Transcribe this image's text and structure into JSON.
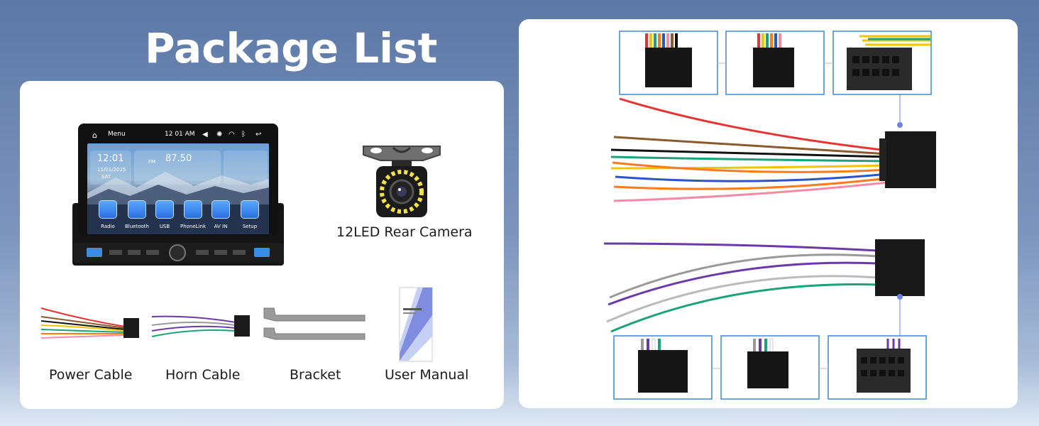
{
  "title": "Package List",
  "head_unit": {
    "status_menu": "Menu",
    "status_time": "12 01  AM",
    "clock": "12:01",
    "date": "11/01/2025",
    "day": "SAT",
    "fm_band": "FM",
    "frequency": "87.50",
    "apps": [
      "Radio",
      "Bluetooth",
      "USB",
      "PhoneLink",
      "AV IN",
      "Setup"
    ]
  },
  "items": {
    "camera": "12LED Rear Camera",
    "power_cable": "Power Cable",
    "horn_cable": "Horn Cable",
    "bracket": "Bracket",
    "user_manual": "User Manual"
  },
  "colors": {
    "background": "#6f88b3",
    "panel": "#ffffff",
    "title": "#ffffff",
    "accent_dot": "#6d82e6"
  }
}
